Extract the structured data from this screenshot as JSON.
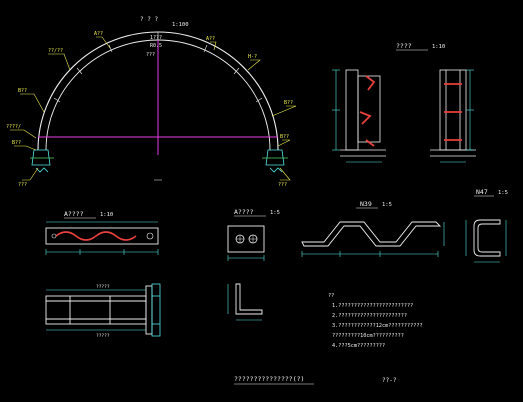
{
  "colors": {
    "background": "#000000",
    "cyan": "#55e6e6",
    "yellow": "#f2ef52",
    "white": "#f0f0f0",
    "magenta": "#e23ce6",
    "red": "#e8413c",
    "green": "#4fd66a"
  },
  "arch": {
    "title": "? ? ?",
    "scale": "1:100",
    "label_top_a": "1???",
    "label_top_b": "R0.5",
    "label_top_c": "???",
    "label_left_1": "A??",
    "label_left_2": "??/??",
    "label_left_3": "B??",
    "label_left_4": "????/",
    "label_left_5": "B??",
    "label_left_6": "???",
    "label_right_1": "A??",
    "label_right_2": "H-?",
    "label_right_3": "B??",
    "label_right_4": "B??",
    "label_right_5": "???"
  },
  "section_a": {
    "title": "????",
    "scale": "1:10"
  },
  "detail_a": {
    "title": "A????",
    "scale": "1:10",
    "dim_1": "?????",
    "dim_2": "?????"
  },
  "detail_b": {
    "title": "A????",
    "scale": "1:5"
  },
  "n39": {
    "title": "N39",
    "scale": "1:5"
  },
  "n47": {
    "title": "N47",
    "scale": "1:5"
  },
  "notes": {
    "heading": "??",
    "lines": [
      "1.????????????????????????",
      "2.??????????????????????",
      "3.????????????12cm???????????",
      "  ?????????10cm??????????",
      "4.???5cm?????????"
    ]
  },
  "footer": {
    "caption": "???????????????(?)",
    "sheet": "??-?"
  }
}
